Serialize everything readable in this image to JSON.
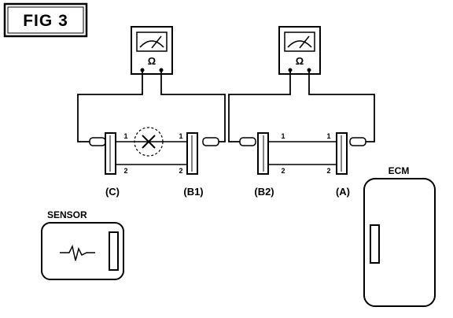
{
  "figure": {
    "label": "FIG 3"
  },
  "meters": [
    {
      "symbol": "Ω"
    },
    {
      "symbol": "Ω"
    }
  ],
  "connectors": {
    "c": "(C)",
    "b1": "(B1)",
    "b2": "(B2)",
    "a": "(A)"
  },
  "pins": {
    "left_top_1": "1",
    "left_top_2": "1",
    "left_bottom_1": "2",
    "left_bottom_2": "2",
    "right_top_1": "1",
    "right_top_2": "1",
    "right_bottom_1": "2",
    "right_bottom_2": "2"
  },
  "sensor": {
    "label": "SENSOR"
  },
  "ecm": {
    "label": "ECM"
  }
}
